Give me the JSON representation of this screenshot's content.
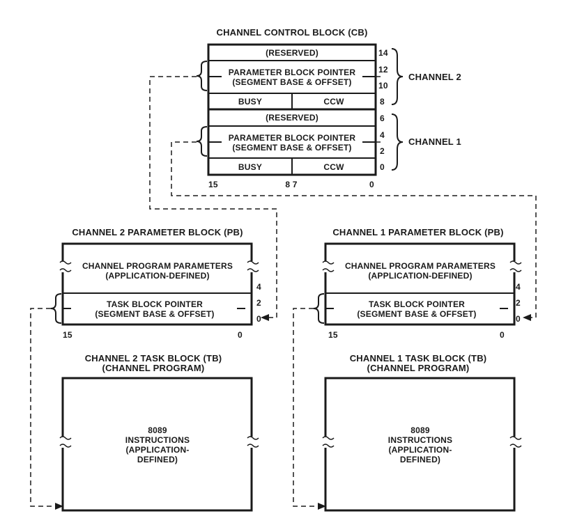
{
  "cb": {
    "title": "CHANNEL CONTROL BLOCK (CB)",
    "reserved_top": "(RESERVED)",
    "pbp_top_line1": "PARAMETER BLOCK POINTER",
    "pbp_top_line2": "(SEGMENT BASE & OFFSET)",
    "busy_top": "BUSY",
    "ccw_top": "CCW",
    "reserved_bottom": "(RESERVED)",
    "pbp_bottom_line1": "PARAMETER BLOCK POINTER",
    "pbp_bottom_line2": "(SEGMENT BASE & OFFSET)",
    "busy_bottom": "BUSY",
    "ccw_bottom": "CCW",
    "offsets": [
      "14",
      "12",
      "10",
      "8",
      "6",
      "4",
      "2",
      "0"
    ],
    "bits_15": "15",
    "bits_87": "8 7",
    "bits_0": "0",
    "channel2_label": "CHANNEL 2",
    "channel1_label": "CHANNEL 1"
  },
  "pb2": {
    "title": "CHANNEL 2 PARAMETER BLOCK (PB)",
    "params_line1": "CHANNEL PROGRAM PARAMETERS",
    "params_line2": "(APPLICATION-DEFINED)",
    "tbp_line1": "TASK BLOCK POINTER",
    "tbp_line2": "(SEGMENT BASE & OFFSET)",
    "offsets": [
      "4",
      "2",
      "0"
    ],
    "bits_15": "15",
    "bits_0": "0"
  },
  "pb1": {
    "title": "CHANNEL 1 PARAMETER BLOCK (PB)",
    "params_line1": "CHANNEL PROGRAM PARAMETERS",
    "params_line2": "(APPLICATION-DEFINED)",
    "tbp_line1": "TASK BLOCK POINTER",
    "tbp_line2": "(SEGMENT BASE & OFFSET)",
    "offsets": [
      "4",
      "2",
      "0"
    ],
    "bits_15": "15",
    "bits_0": "0"
  },
  "tb2": {
    "title_line1": "CHANNEL 2 TASK BLOCK (TB)",
    "title_line2": "(CHANNEL PROGRAM)",
    "body_line1": "8089",
    "body_line2": "INSTRUCTIONS",
    "body_line3": "(APPLICATION-",
    "body_line4": "DEFINED)"
  },
  "tb1": {
    "title_line1": "CHANNEL 1 TASK BLOCK (TB)",
    "title_line2": "(CHANNEL PROGRAM)",
    "body_line1": "8089",
    "body_line2": "INSTRUCTIONS",
    "body_line3": "(APPLICATION-",
    "body_line4": "DEFINED)"
  }
}
